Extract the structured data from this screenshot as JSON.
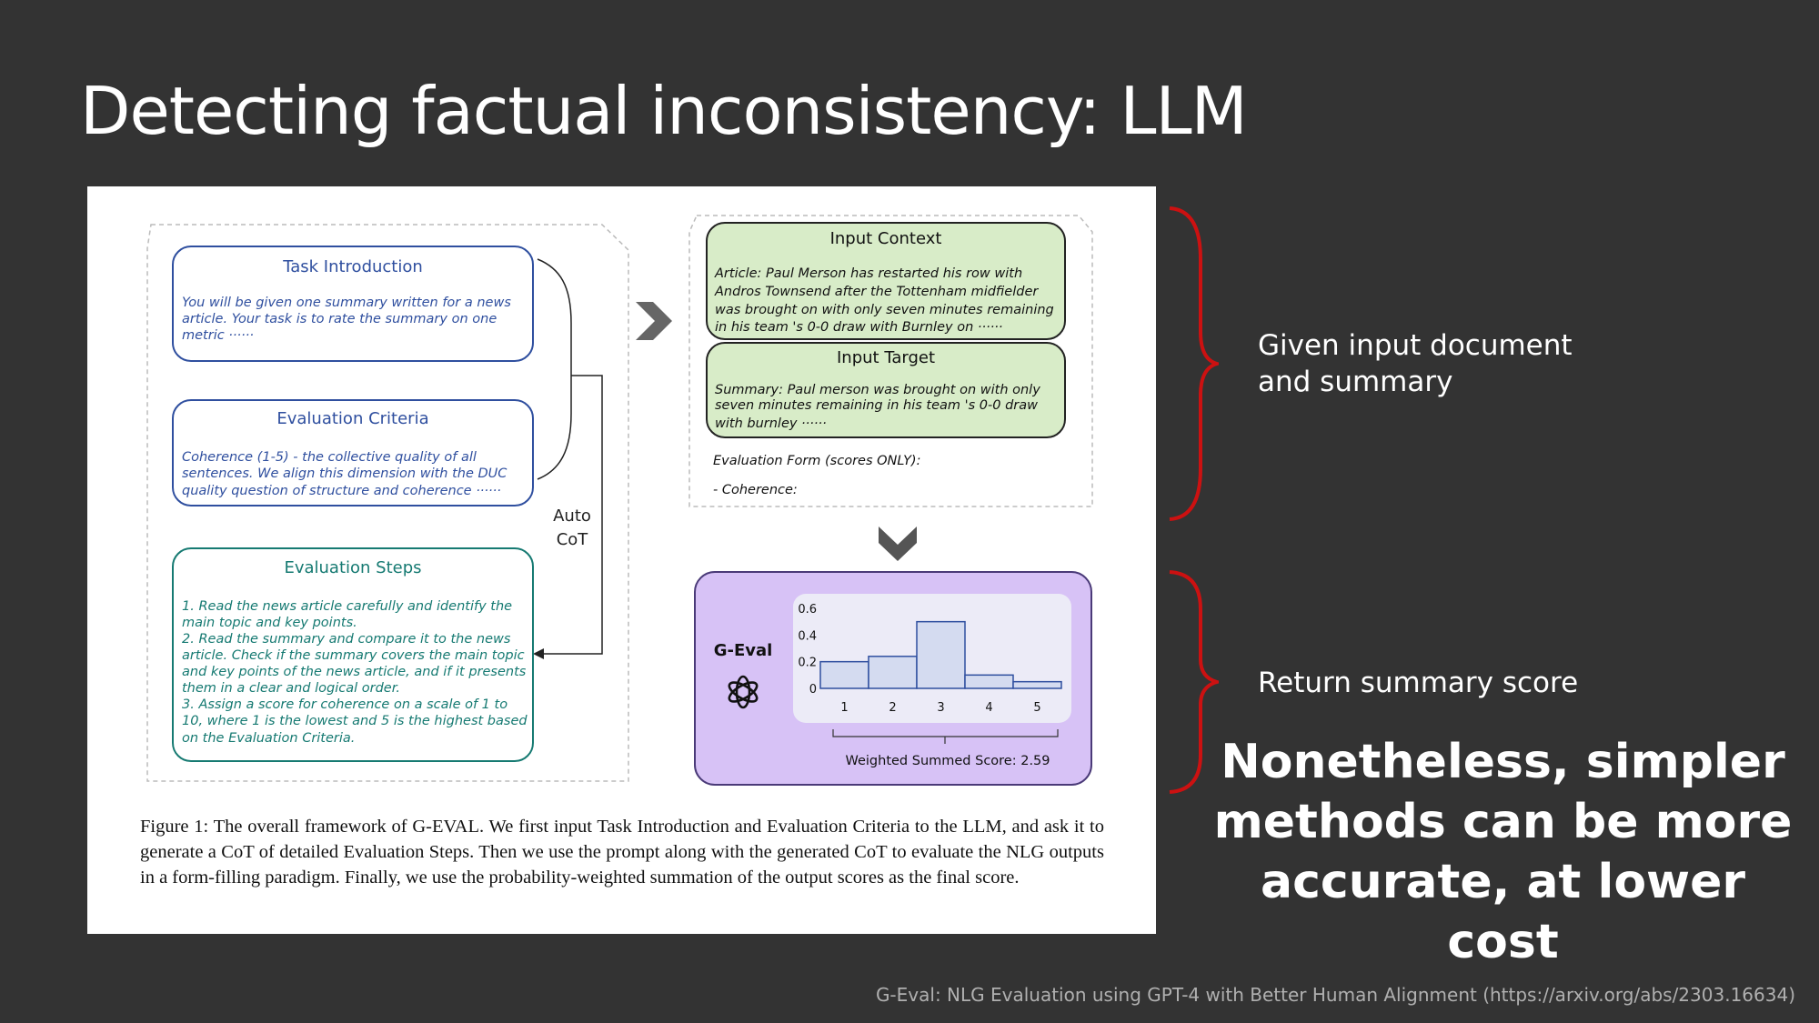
{
  "slide": {
    "title": "Detecting factual inconsistency: LLM",
    "label_input": "Given input document and summary",
    "label_score": "Return summary score",
    "emphasis": "Nonetheless, simpler methods can be more accurate, at lower cost",
    "citation": "G-Eval: NLG Evaluation using GPT-4 with Better Human Alignment (https://arxiv.org/abs/2303.16634)"
  },
  "colors": {
    "background": "#333333",
    "brace": "#cc1111",
    "task_blue": "#2f4f9f",
    "steps_teal": "#167a72",
    "context_fill": "#d8ecc8",
    "geval_fill": "#d7c2f6",
    "geval_border": "#4a3a78"
  },
  "figure": {
    "task_intro": {
      "title": "Task Introduction",
      "lines": [
        "You will be given one summary written for a news",
        "article. Your task is to rate the summary on one",
        "metric ······"
      ]
    },
    "eval_criteria": {
      "title": "Evaluation Criteria",
      "lines": [
        "Coherence (1-5) -  the collective quality of all",
        "sentences. We align this dimension with the DUC",
        "quality question of structure and coherence ······"
      ]
    },
    "auto_cot": [
      "Auto",
      "CoT"
    ],
    "eval_steps": {
      "title": "Evaluation Steps",
      "lines": [
        "1.  Read the news article carefully and identify the",
        "main topic and key points.",
        "2.  Read the summary and compare it to the news",
        "article. Check if the summary covers the main topic",
        "and key points of the news article, and if it presents",
        "them in a clear and logical order.",
        "3.  Assign a score for coherence on a scale of 1 to",
        "10, where 1 is the lowest and 5 is the highest based",
        "on the Evaluation Criteria."
      ]
    },
    "input_context": {
      "title": "Input Context",
      "lines": [
        "Article: Paul Merson has restarted his row with",
        "Andros Townsend after the Tottenham midfielder",
        "was brought on with only seven minutes remaining",
        "in his team 's 0-0 draw with Burnley on ······"
      ]
    },
    "input_target": {
      "title": "Input Target",
      "lines": [
        "Summary: Paul merson was brought on with only",
        "seven minutes remaining in his team 's 0-0 draw",
        "with burnley ······"
      ]
    },
    "eval_form": [
      "Evaluation Form (scores ONLY):",
      "- Coherence:"
    ],
    "geval_label": "G-Eval",
    "weighted_score": "Weighted Summed Score: 2.59",
    "caption": "Figure 1: The overall framework of G-EVAL. We first input Task Introduction and Evaluation Criteria to the LLM, and ask it to generate a CoT of detailed Evaluation Steps. Then we use the prompt along with the generated CoT to evaluate the NLG outputs in a form-filling paradigm. Finally, we use the probability-weighted summation of the output scores as the final score."
  },
  "chart_data": {
    "type": "bar",
    "categories": [
      "1",
      "2",
      "3",
      "4",
      "5"
    ],
    "values": [
      0.2,
      0.24,
      0.5,
      0.1,
      0.05
    ],
    "yticks": [
      "0",
      "0.2",
      "0.4",
      "0.6"
    ],
    "ylim": [
      0,
      0.6
    ],
    "grid": false
  }
}
